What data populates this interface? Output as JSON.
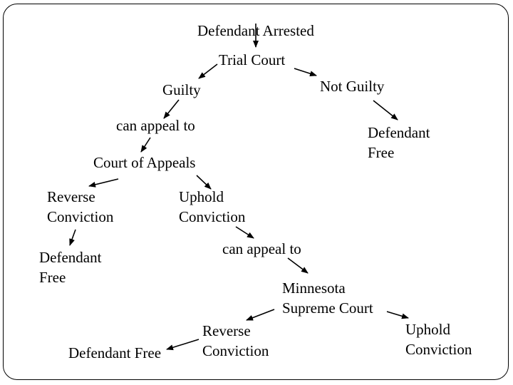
{
  "nodes": {
    "defendant_arrested": "Defendant Arrested",
    "trial_court": "Trial Court",
    "guilty": "Guilty",
    "not_guilty": "Not Guilty",
    "can_appeal_to_1": "can appeal to",
    "defendant_free_1": [
      "Defendant",
      "Free"
    ],
    "court_of_appeals": "Court of Appeals",
    "reverse_conviction_1": [
      "Reverse",
      "Conviction"
    ],
    "uphold_conviction_1": [
      "Uphold",
      "Conviction"
    ],
    "defendant_free_2": [
      "Defendant",
      "Free"
    ],
    "can_appeal_to_2": "can appeal to",
    "minnesota_supreme_court": [
      "Minnesota",
      "Supreme Court"
    ],
    "reverse_conviction_2": [
      "Reverse",
      "Conviction"
    ],
    "uphold_conviction_2": [
      "Uphold",
      "Conviction"
    ],
    "defendant_free_3": "Defendant Free"
  }
}
